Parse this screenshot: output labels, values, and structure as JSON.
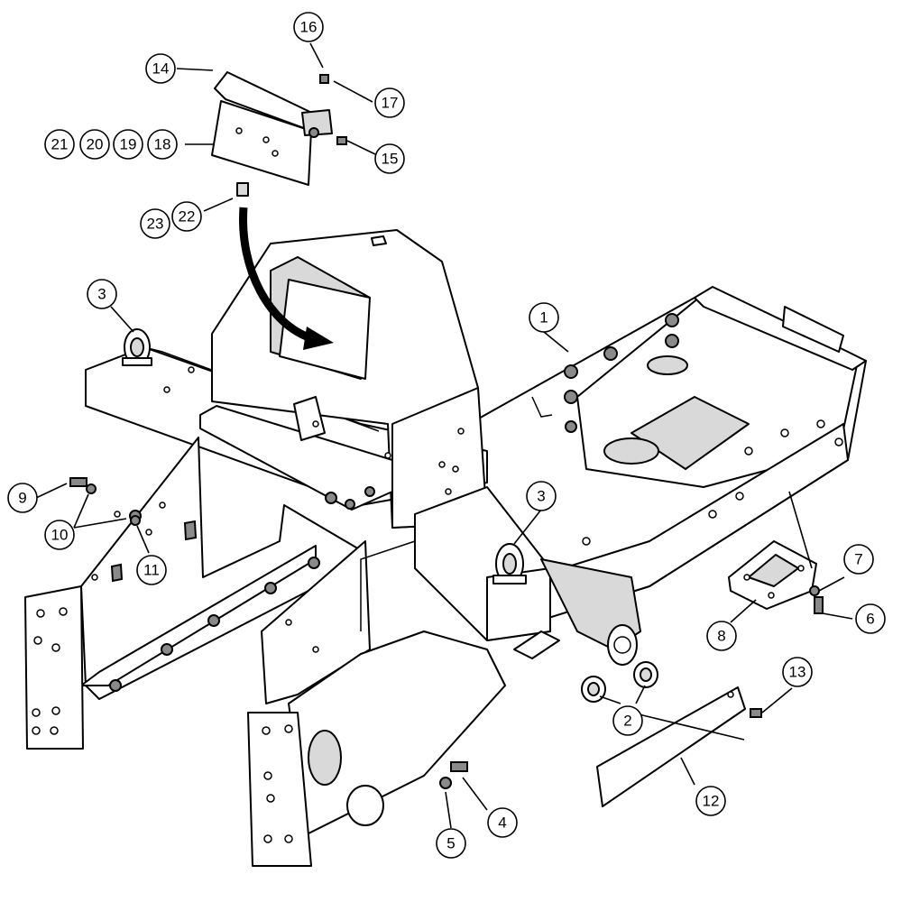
{
  "callouts": [
    {
      "id": "c1",
      "label": "1"
    },
    {
      "id": "c2",
      "label": "2"
    },
    {
      "id": "c3a",
      "label": "3"
    },
    {
      "id": "c3b",
      "label": "3"
    },
    {
      "id": "c4",
      "label": "4"
    },
    {
      "id": "c5",
      "label": "5"
    },
    {
      "id": "c6",
      "label": "6"
    },
    {
      "id": "c7",
      "label": "7"
    },
    {
      "id": "c8",
      "label": "8"
    },
    {
      "id": "c9",
      "label": "9"
    },
    {
      "id": "c10",
      "label": "10"
    },
    {
      "id": "c11",
      "label": "11"
    },
    {
      "id": "c12",
      "label": "12"
    },
    {
      "id": "c13",
      "label": "13"
    },
    {
      "id": "c14",
      "label": "14"
    },
    {
      "id": "c15",
      "label": "15"
    },
    {
      "id": "c16",
      "label": "16"
    },
    {
      "id": "c17",
      "label": "17"
    },
    {
      "id": "c18",
      "label": "18"
    },
    {
      "id": "c19",
      "label": "19"
    },
    {
      "id": "c20",
      "label": "20"
    },
    {
      "id": "c21",
      "label": "21"
    },
    {
      "id": "c22",
      "label": "22"
    },
    {
      "id": "c23",
      "label": "23"
    }
  ]
}
